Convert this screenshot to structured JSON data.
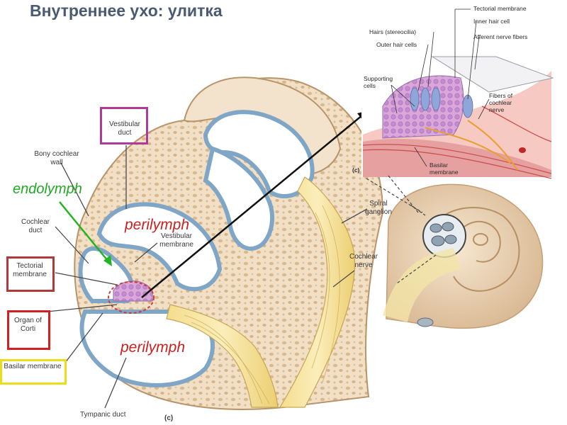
{
  "title": "Внутреннее ухо: улитка",
  "labels": {
    "vestibular_duct": "Vestibular duct",
    "bony_cochlear_wall": "Bony cochlear wall",
    "cochlear_duct": "Cochlear duct",
    "tectorial_membrane": "Tectorial membrane",
    "organ_of_corti": "Organ of Corti",
    "basilar_membrane": "Basilar membrane",
    "tympanic_duct": "Tympanic duct",
    "vestibular_membrane": "Vestibular membrane",
    "spiral_ganglion": "Spiral ganglion",
    "cochlear_nerve": "Cochlear nerve",
    "panel_c": "(c)"
  },
  "annotations": {
    "endolymph": "endolymph",
    "perilymph_upper": "perilymph",
    "perilymph_lower": "perilymph"
  },
  "inset_labels": {
    "tectorial_membrane": "Tectorial membrane",
    "inner_hair_cell": "Inner hair cell",
    "afferent_nerve_fibers": "Afferent nerve fibers",
    "hairs_stereocilia": "Hairs (stereocilia)",
    "outer_hair_cells": "Outer hair cells",
    "supporting_cells": "Supporting cells",
    "fibers_cochlear_nerve": "Fibers of cochlear nerve",
    "basilar_membrane": "Basilar membrane",
    "panel_c": "(c)"
  },
  "colors": {
    "title": "#4a5a72",
    "vestibular_box": "#b03a9a",
    "tectorial_box": "#b03a3a",
    "organ_box": "#d31f1f",
    "basilar_box": "#e8df1a",
    "endolymph": "#22a822",
    "perilymph": "#cc1f1f"
  }
}
